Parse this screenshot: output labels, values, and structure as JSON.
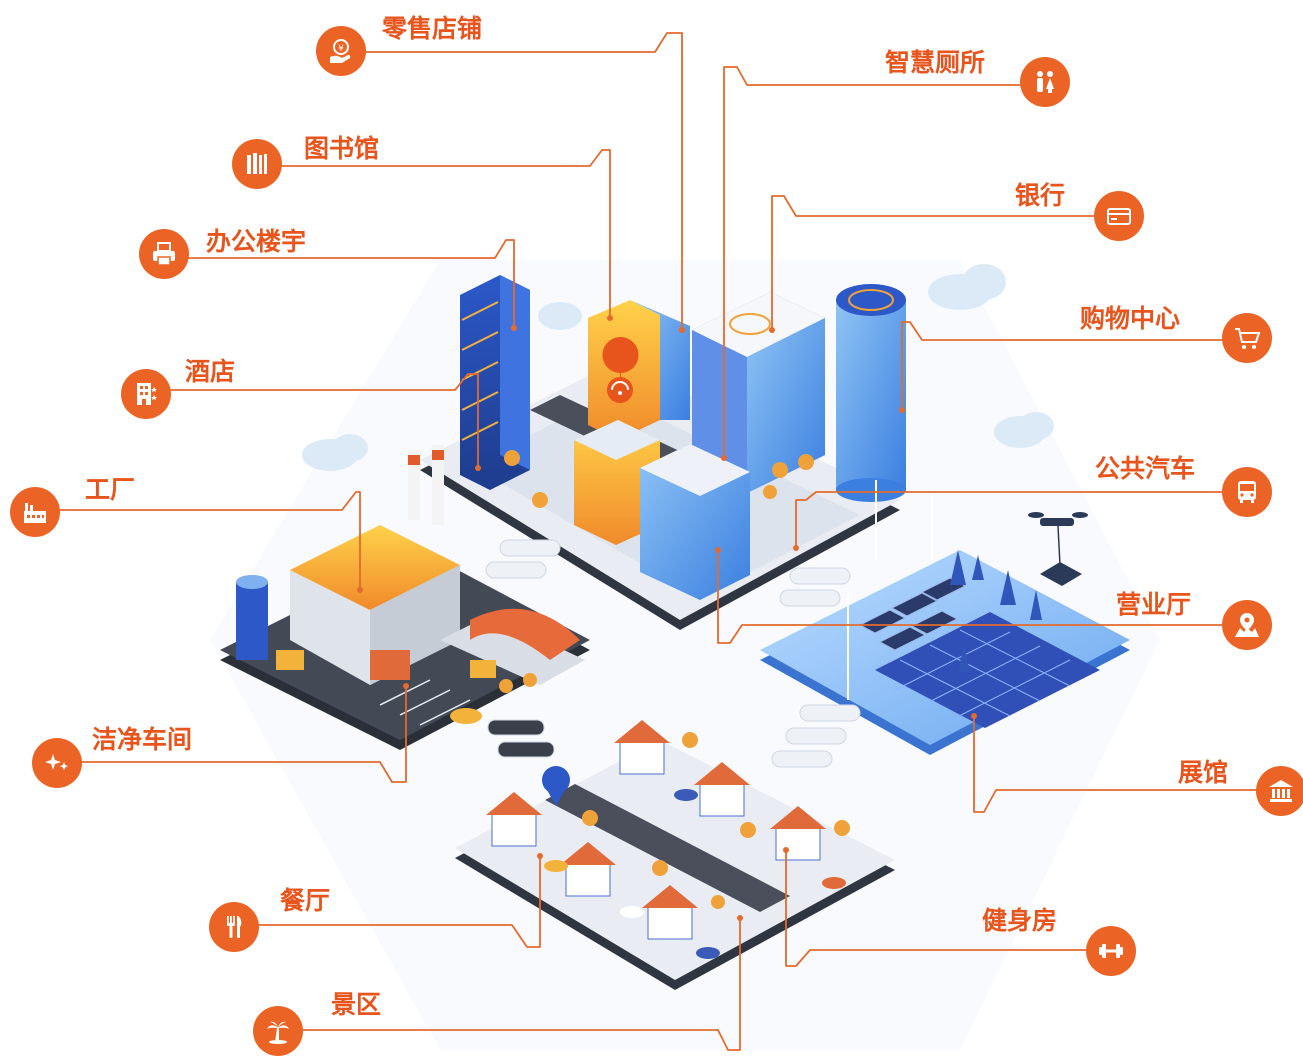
{
  "accent_color": "#ec6425",
  "line_color": "#e46a2e",
  "labels": {
    "retail": "零售店铺",
    "smart_toilet": "智慧厕所",
    "library": "图书馆",
    "bank": "银行",
    "office": "办公楼宇",
    "mall": "购物中心",
    "hotel": "酒店",
    "bus": "公共汽车",
    "factory": "工厂",
    "service_hall": "营业厅",
    "cleanroom": "洁净车间",
    "exhibition": "展馆",
    "restaurant": "餐厅",
    "gym": "健身房",
    "scenic": "景区"
  },
  "icons": {
    "retail": "coin-hand-icon",
    "smart_toilet": "restroom-icon",
    "library": "books-icon",
    "bank": "card-icon",
    "office": "printer-icon",
    "mall": "cart-icon",
    "hotel": "hotel-building-icon",
    "bus": "bus-icon",
    "factory": "factory-icon",
    "service_hall": "map-pin-icon",
    "cleanroom": "sparkle-icon",
    "exhibition": "museum-icon",
    "restaurant": "fork-knife-icon",
    "gym": "dumbbell-icon",
    "scenic": "palm-tree-icon"
  }
}
